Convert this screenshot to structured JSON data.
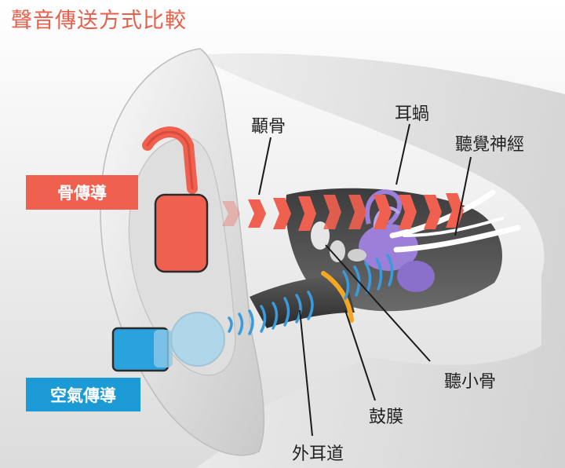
{
  "title": "聲音傳送方式比較",
  "tags": {
    "bone": "骨傳導",
    "air": "空氣傳導"
  },
  "labels": {
    "temporal_bone": "顳骨",
    "cochlea": "耳蝸",
    "auditory_nerve": "聽覺神經",
    "ossicles": "聽小骨",
    "eardrum": "鼓膜",
    "ear_canal": "外耳道"
  },
  "colors": {
    "title": "#e8604c",
    "bone_conduction": "#f0604f",
    "air_conduction": "#1c9ad6",
    "cochlea": "#9b7fd8",
    "sound_wave": "#3a9bdc",
    "eardrum": "#f5a623"
  }
}
